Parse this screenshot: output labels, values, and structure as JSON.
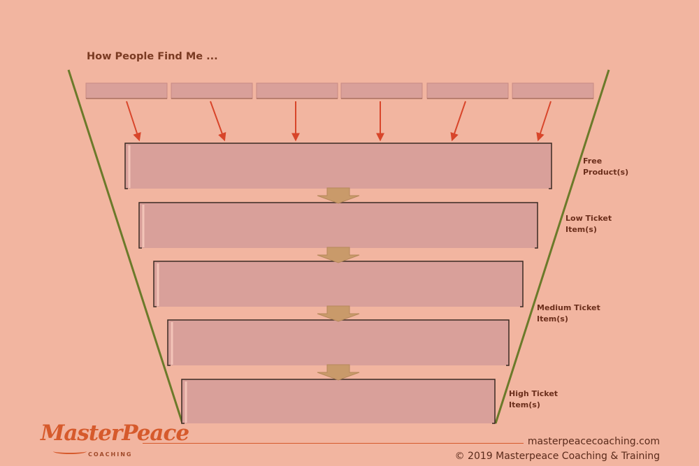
{
  "title": "How People Find Me ...",
  "source_boxes": [
    "",
    "",
    "",
    "",
    "",
    ""
  ],
  "tiers": [
    {
      "label": "Free\nProduct(s)"
    },
    {
      "label": "Low Ticket\nItem(s)"
    },
    {
      "label": "Medium Ticket\nItem(s)"
    },
    {
      "label": "High Ticket\nItem(s)"
    }
  ],
  "colors": {
    "background": "#f2b5a0",
    "box_fill": "#d9a09a",
    "funnel_line": "#6b7a2a",
    "arrow_red": "#d8452a",
    "arrow_tan": "#c99a6a"
  },
  "logo": {
    "main": "MasterPeace",
    "sub": "COACHING"
  },
  "footer": {
    "url": "masterpeacecoaching.com",
    "copyright": "© 2019 Masterpeace Coaching & Training"
  }
}
